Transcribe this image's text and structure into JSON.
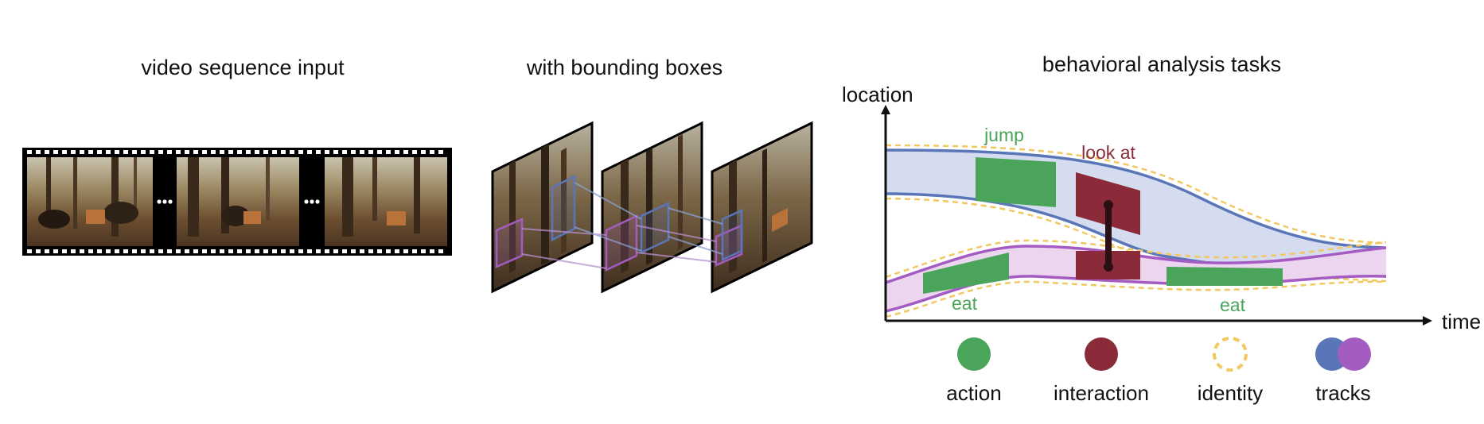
{
  "titles": {
    "input": "video sequence input",
    "boxes": "with bounding boxes",
    "tasks": "behavioral analysis tasks"
  },
  "axes": {
    "y": "location",
    "x": "time"
  },
  "annotations": {
    "jump": "jump",
    "look_at": "look at",
    "eat_1": "eat",
    "eat_2": "eat"
  },
  "legend": [
    {
      "label": "action",
      "color": "#4aa55a",
      "style": "filled"
    },
    {
      "label": "interaction",
      "color": "#8b2a38",
      "style": "filled"
    },
    {
      "label": "identity",
      "color": "#f1c862",
      "style": "dashed-outline"
    },
    {
      "label": "tracks",
      "colors": [
        "#5b76b8",
        "#a55cc2"
      ],
      "style": "overlapping"
    }
  ],
  "colors": {
    "track_blue": "#5b76b8",
    "track_blue_fill": "#d5dcef",
    "track_purple": "#a55cc2",
    "track_purple_fill": "#ecd6ef",
    "action": "#4aa55a",
    "interaction": "#8b2a38",
    "identity": "#f1c862",
    "accent_green_text": "#4aa55a",
    "accent_red_text": "#8b2a38"
  },
  "icons": [
    "ellipsis-icon",
    "ellipsis-icon"
  ]
}
